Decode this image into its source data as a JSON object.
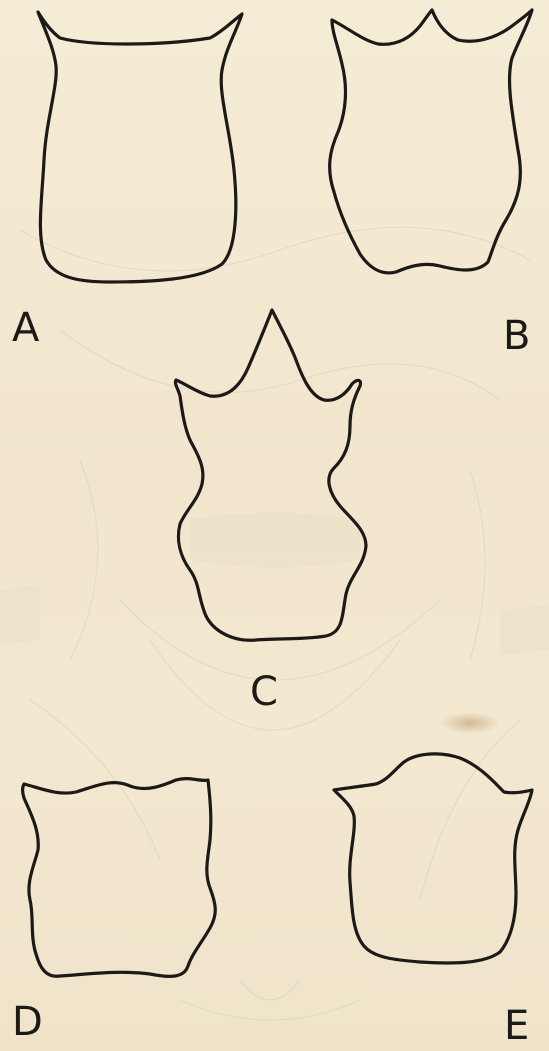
{
  "figures": [
    {
      "id": "A",
      "label": "A"
    },
    {
      "id": "B",
      "label": "B"
    },
    {
      "id": "C",
      "label": "C"
    },
    {
      "id": "D",
      "label": "D"
    },
    {
      "id": "E",
      "label": "E"
    }
  ],
  "colors": {
    "paper": "#f3e9d2",
    "ink": "#1c1a18",
    "bleed_through": "#c9d4c4"
  }
}
